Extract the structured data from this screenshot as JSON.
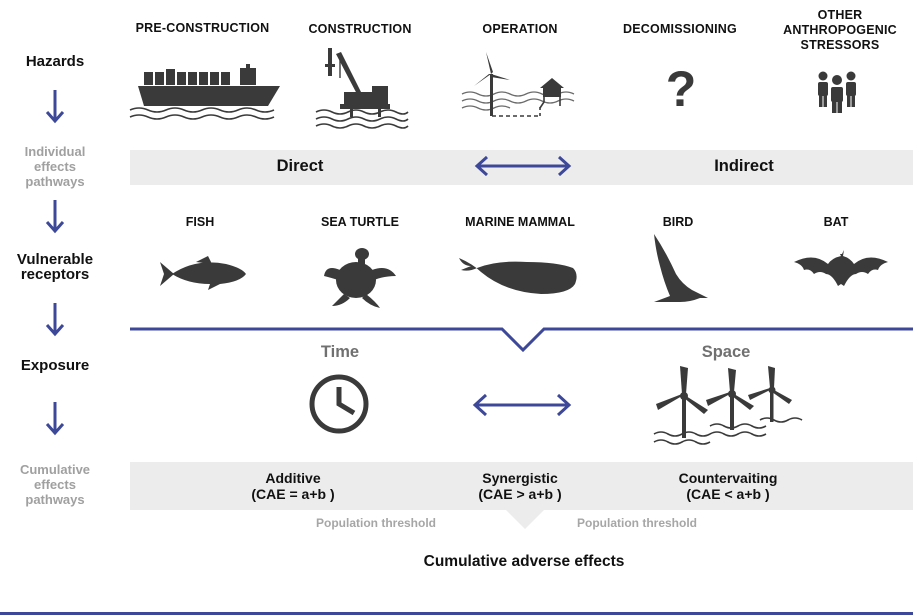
{
  "left_labels": {
    "hazards": "Hazards",
    "pathways1": [
      "Individual",
      "effects",
      "pathways"
    ],
    "receptors": [
      "Vulnerable",
      "receptors"
    ],
    "exposure": "Exposure",
    "pathways2": [
      "Cumulative",
      "effects",
      "pathways"
    ]
  },
  "hazards": [
    "PRE-CONSTRUCTION",
    "CONSTRUCTION",
    "OPERATION",
    "DECOMISSIONING",
    [
      "OTHER",
      "ANTHROPOGENIC",
      "STRESSORS"
    ]
  ],
  "effects_band": {
    "left": "Direct",
    "right": "Indirect"
  },
  "receptors": [
    "FISH",
    "SEA TURTLE",
    "MARINE MAMMAL",
    "BIRD",
    "BAT"
  ],
  "exposure": {
    "left": "Time",
    "right": "Space"
  },
  "cumulative": {
    "additive": [
      "Additive",
      "(CAE = a+b )"
    ],
    "synergistic": [
      "Synergistic",
      "(CAE > a+b )"
    ],
    "countervailing": [
      "Countervaiting",
      "(CAE < a+b )"
    ]
  },
  "threshold_left": "Population threshold",
  "threshold_right": "Population threshold",
  "outcome": "Cumulative adverse effects",
  "colors": {
    "accent": "#3d4898",
    "band": "#ececec",
    "icon": "#3a3a3a",
    "muted": "#a0a0a0"
  },
  "icons": [
    "ship-icon",
    "construction-platform-icon",
    "wind-turbine-substation-icon",
    "question-mark-icon",
    "people-group-icon",
    "fish-icon",
    "sea-turtle-icon",
    "whale-icon",
    "bird-icon",
    "bat-icon",
    "clock-icon",
    "wind-farm-icon"
  ]
}
